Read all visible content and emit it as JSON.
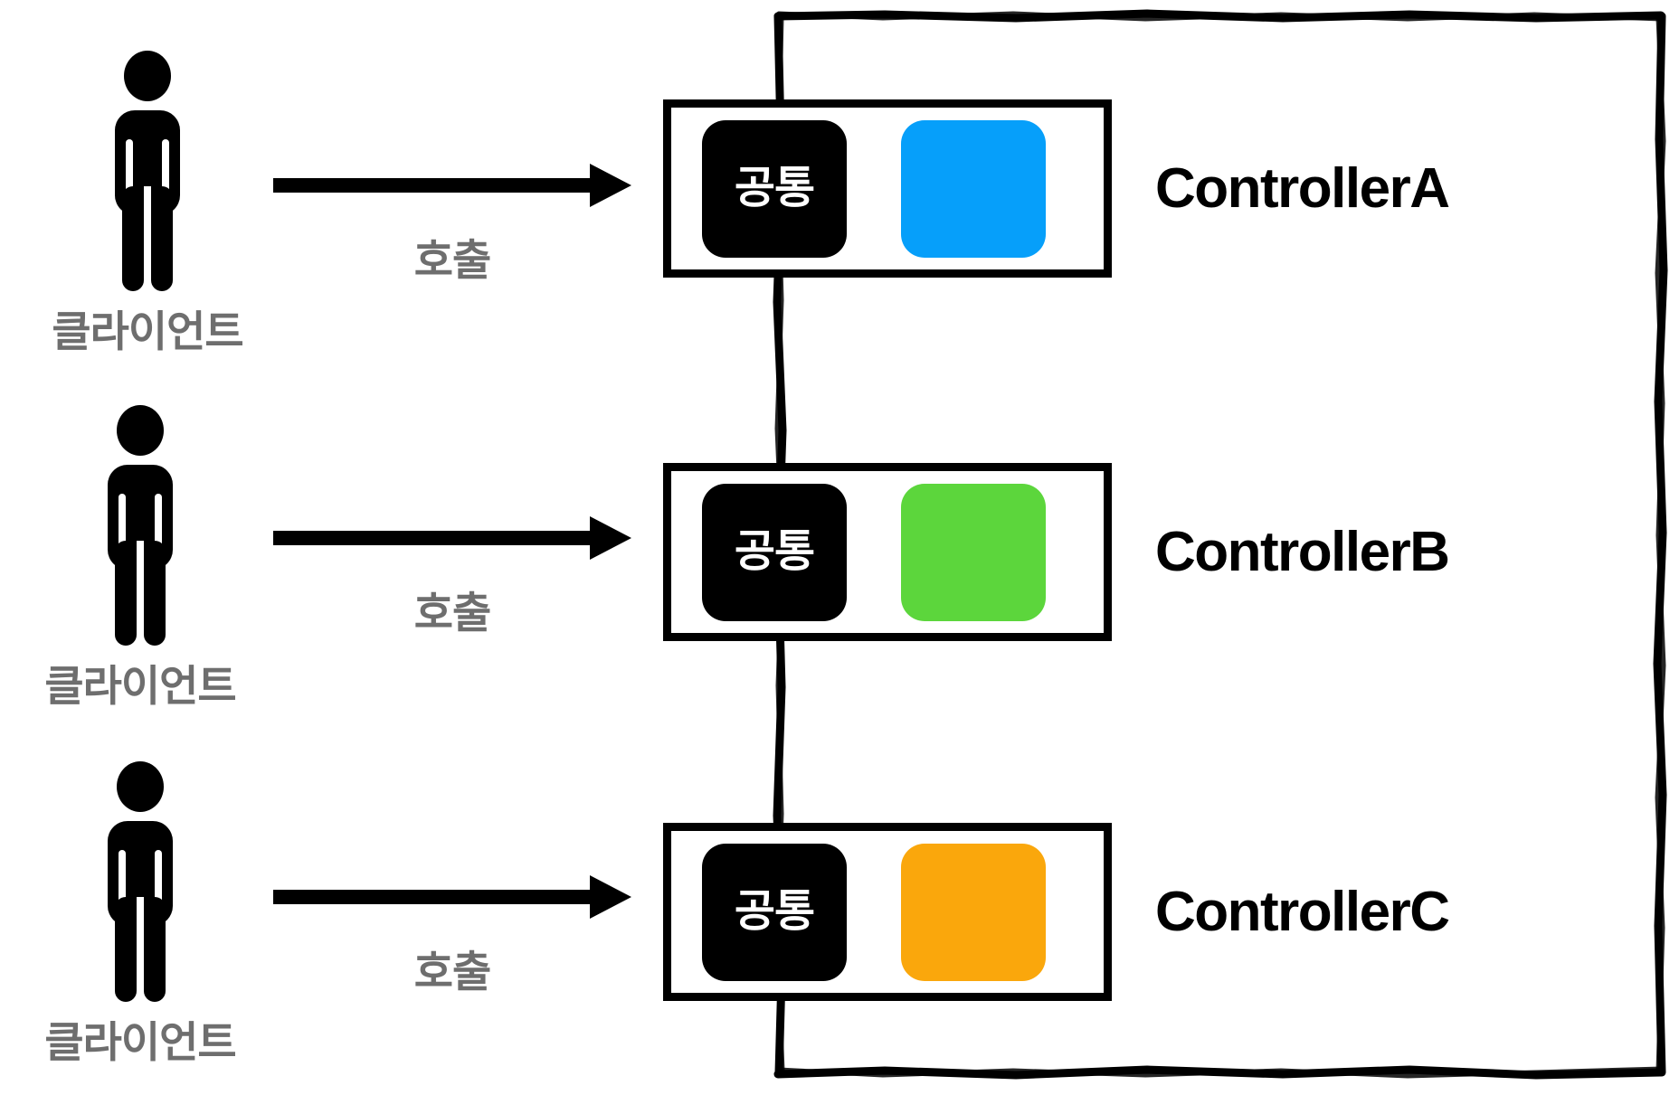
{
  "diagram": {
    "title": "Controller common-module diagram",
    "background_color": "#ffffff",
    "boundary": {
      "name": "server-boundary",
      "style": "hand-drawn-sketch",
      "color": "#000000"
    },
    "rows": [
      {
        "client_label": "클라이언트",
        "arrow_label": "호출",
        "common_label": "공통",
        "controller_name": "ControllerA",
        "accent_color": "#069FFA"
      },
      {
        "client_label": "클라이언트",
        "arrow_label": "호출",
        "common_label": "공통",
        "controller_name": "ControllerB",
        "accent_color": "#5CD63C"
      },
      {
        "client_label": "클라이언트",
        "arrow_label": "호출",
        "common_label": "공통",
        "controller_name": "ControllerC",
        "accent_color": "#FAA70C"
      }
    ],
    "colors": {
      "text_gray": "#6e6e6e",
      "text_black": "#000000",
      "chip_common_bg": "#000000",
      "chip_common_text": "#ffffff",
      "border_black": "#000000"
    },
    "icons": {
      "person": "person-icon",
      "arrow": "arrow-right-icon"
    }
  }
}
